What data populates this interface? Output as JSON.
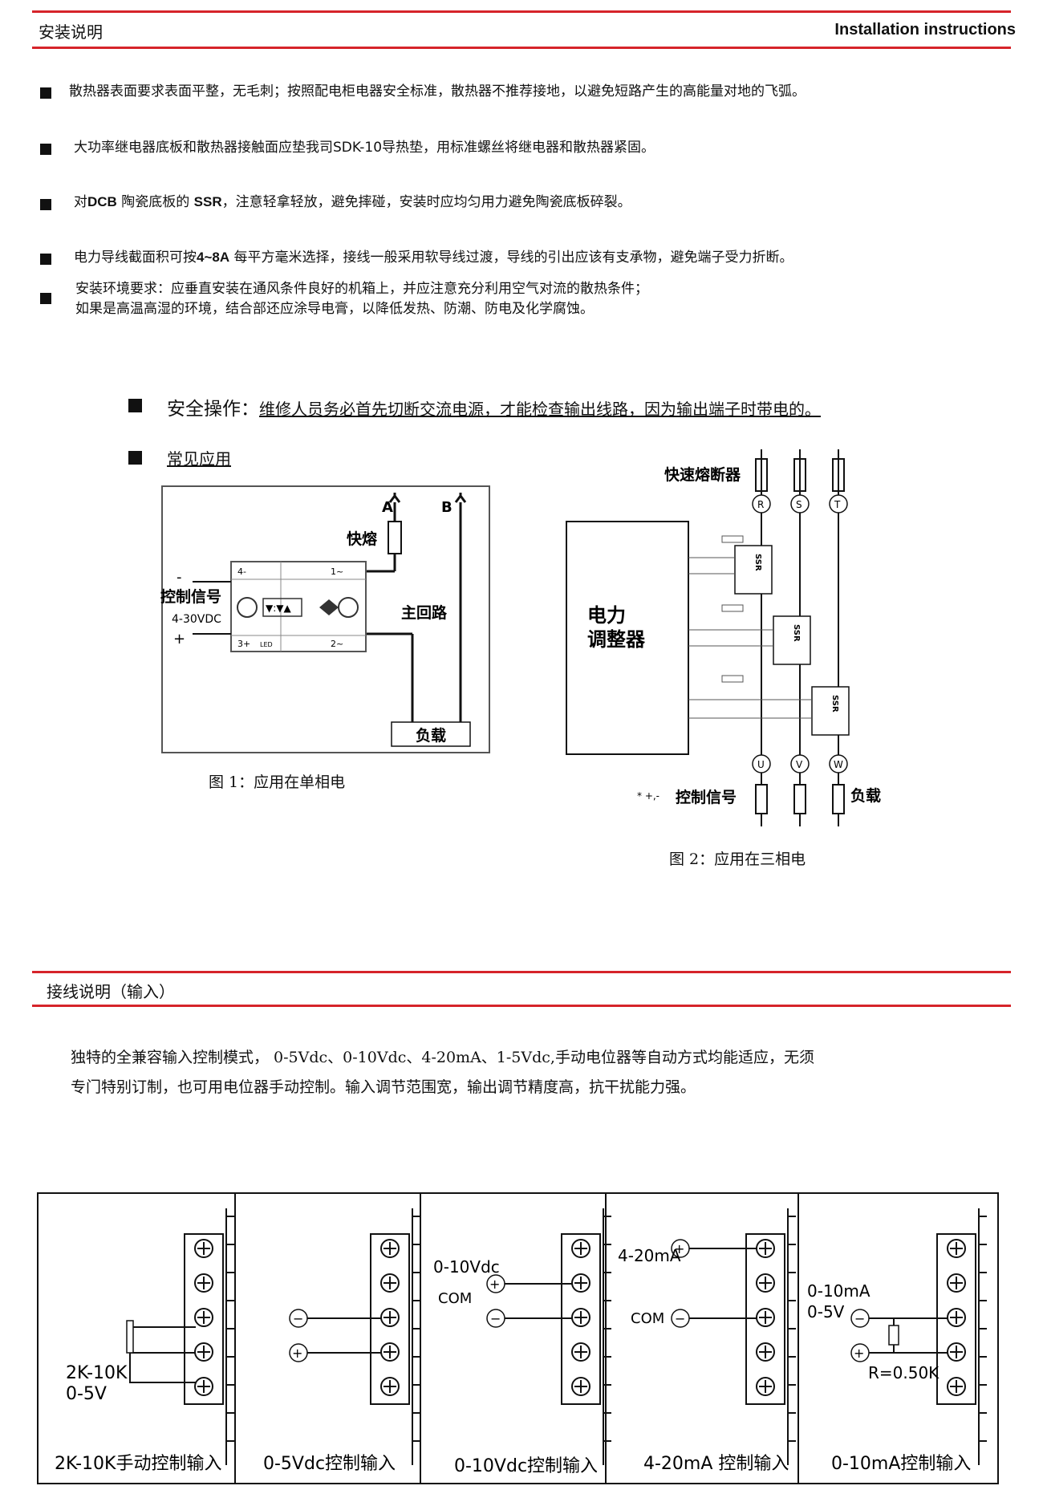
{
  "header": {
    "title_cn": "安装说明",
    "title_en": "Installation instructions"
  },
  "bullets": [
    {
      "text": "散热器表面要求表面平整，无毛刺；按照配电柜电器安全标准，散热器不推荐接地，以避免短路产生的高能量对地的飞弧。"
    },
    {
      "text": "大功率继电器底板和散热器接触面应垫我司SDK-10导热垫，用标准螺丝将继电器和散热器紧固。"
    },
    {
      "pre": "对",
      "bold1": "DCB",
      "mid": " 陶瓷底板的 ",
      "bold2": "SSR",
      "post": "，注意轻拿轻放，避免摔碰，安装时应均匀用力避免陶瓷底板碎裂。"
    },
    {
      "pre": "电力导线截面积可按",
      "bold1": "4~8A",
      "post": " 每平方毫米选择，接线一般采用软导线过渡，导线的引出应该有支承物，避免端子受力折断。"
    },
    {
      "line1": "安装环境要求：应垂直安装在通风条件良好的机箱上，并应注意充分利用空气对流的散热条件；",
      "line2": "如果是高温高湿的环境，结合部还应涂导电膏，以降低发热、防潮、防电及化学腐蚀。"
    }
  ],
  "safety": {
    "label": "安全操作：",
    "text": "维修人员务必首先切断交流电源，才能检查输出线路，因为输出端子时带电的。"
  },
  "applications": {
    "title": "常见应用"
  },
  "fig1": {
    "caption": "图 1：应用在单相电",
    "terminal_a": "A",
    "terminal_b": "B",
    "fuse": "快熔",
    "control_signal": "控制信号",
    "voltage": "4-30VDC",
    "main_loop": "主回路",
    "load": "负载",
    "minus": "-",
    "plus": "+",
    "pin4": "4-",
    "pin3": "3+",
    "pin1": "1~",
    "pin2": "2~",
    "led": "LED"
  },
  "fig2": {
    "caption": "图 2：应用在三相电",
    "fuse": "快速熔断器",
    "regulator_l1": "电力",
    "regulator_l2": "调整器",
    "phases_in": [
      "R",
      "S",
      "T"
    ],
    "phases_out": [
      "U",
      "V",
      "W"
    ],
    "ssr": "SSR",
    "control_signal": "控制信号",
    "control_prefix": "* +,-",
    "load": "负载"
  },
  "wiring": {
    "title": "接线说明（输入）",
    "line1": "独特的全兼容输入控制模式，  0-5Vdc、0-10Vdc、4-20mA、1-5Vdc,手动电位器等自动方式均能适应，无须",
    "line2": "专门特别订制，也可用电位器手动控制。输入调节范围宽，输出调节精度高，抗干扰能力强。"
  },
  "panels": [
    {
      "caption": "2K-10K手动控制输入",
      "l1": "2K-10K",
      "l2": "0-5V"
    },
    {
      "caption": "0-5Vdc控制输入"
    },
    {
      "caption": "0-10Vdc控制输入",
      "l1": "0-10Vdc",
      "l2": "COM"
    },
    {
      "caption": "4-20mA 控制输入",
      "l1": "4-20mA",
      "l2": "COM"
    },
    {
      "caption": "0-10mA控制输入",
      "l1": "0-10mA",
      "l2": "0-5V",
      "l3": "R=0.50K"
    }
  ]
}
